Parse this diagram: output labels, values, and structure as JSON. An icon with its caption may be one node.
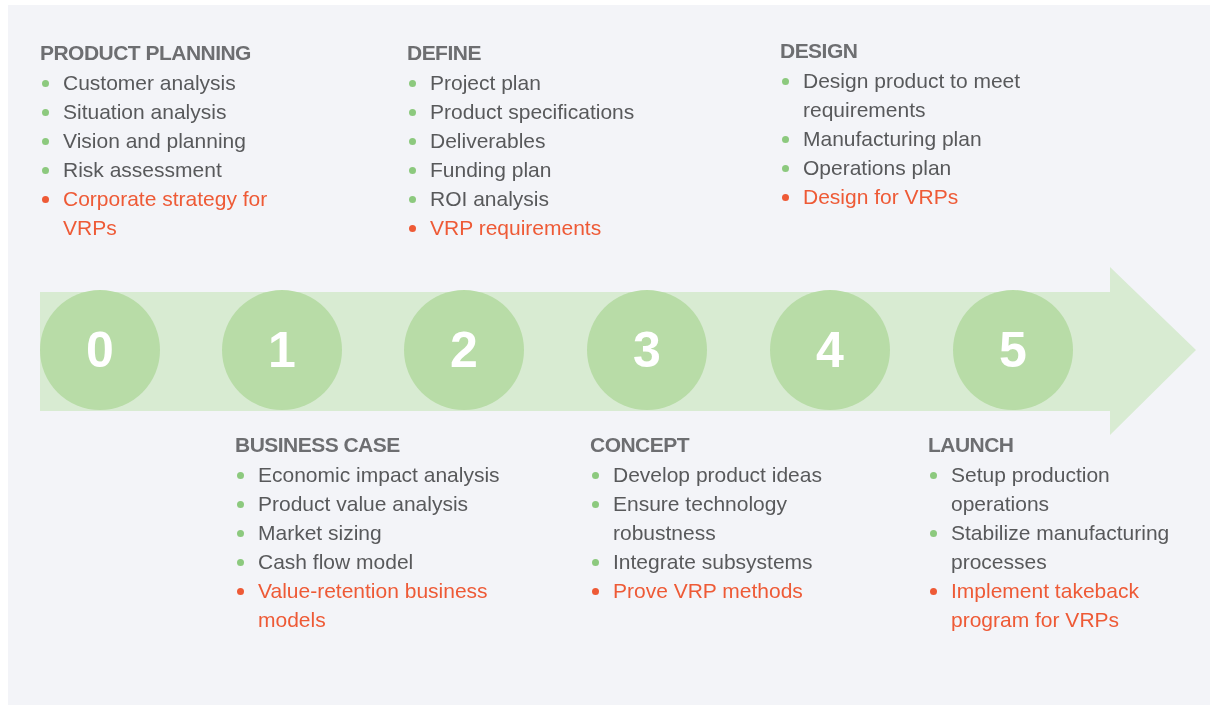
{
  "diagram": {
    "nodes": [
      {
        "text": [
          "0"
        ],
        "beside": [
          "PRODUCT PLANNING",
          "Customer analysis",
          "Situation analysis",
          "Vision and planning",
          "Risk assessment",
          "Corporate strategy for VRPs"
        ]
      },
      {
        "text": [
          "1"
        ],
        "beside": [
          "BUSINESS CASE",
          "Economic impact analysis",
          "Product value analysis",
          "Market sizing",
          "Cash flow model",
          "Value-retention business models"
        ]
      },
      {
        "text": [
          "2"
        ],
        "beside": [
          "DEFINE",
          "Project plan",
          "Product specifications",
          "Deliverables",
          "Funding plan",
          "ROI analysis",
          "VRP requirements"
        ]
      },
      {
        "text": [
          "3"
        ],
        "beside": [
          "CONCEPT",
          "Develop product ideas",
          "Ensure technology robustness",
          "Integrate subsystems",
          "Prove VRP methods"
        ]
      },
      {
        "text": [
          "4"
        ],
        "beside": [
          "DESIGN",
          "Design product to meet requirements",
          "Manufacturing plan",
          "Operations plan",
          "Design for VRPs"
        ]
      },
      {
        "text": [
          "5"
        ],
        "beside": [
          "LAUNCH",
          "Setup production operations",
          "Stabilize manufacturing processes",
          "Implement takeback program for VRPs"
        ]
      }
    ]
  }
}
